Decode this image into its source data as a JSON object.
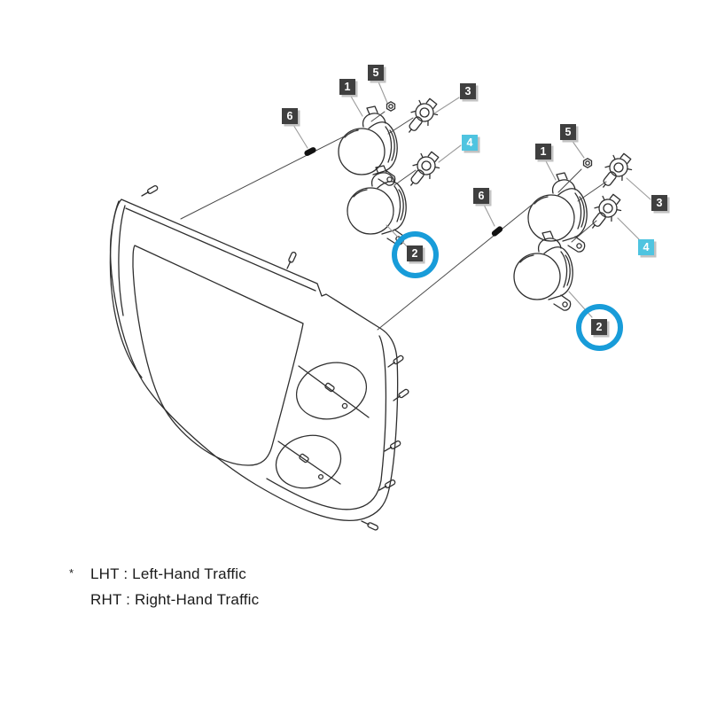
{
  "note": {
    "marker": "*",
    "line1": "LHT : Left-Hand Traffic",
    "line2": "RHT : Right-Hand Traffic"
  },
  "callouts": {
    "left": {
      "n1": {
        "label": "1"
      },
      "n2": {
        "label": "2",
        "circled": true
      },
      "n3": {
        "label": "3"
      },
      "n4": {
        "label": "4",
        "highlighted": true
      },
      "n5": {
        "label": "5"
      },
      "n6": {
        "label": "6"
      }
    },
    "right": {
      "n1": {
        "label": "1"
      },
      "n2": {
        "label": "2",
        "circled": true
      },
      "n3": {
        "label": "3"
      },
      "n4": {
        "label": "4",
        "highlighted": true
      },
      "n5": {
        "label": "5"
      },
      "n6": {
        "label": "6"
      }
    }
  },
  "colors": {
    "background": "#ffffff",
    "line_art": "#2f2f2f",
    "leader_line": "#9b9b9b",
    "callout_bg": "#3f3f3f",
    "callout_text": "#ffffff",
    "callout_shadow": "#c2c2c2",
    "highlight_callout_bg": "#4fc4e0",
    "highlight_ring": "#189cd9",
    "pin_fill": "#111111"
  }
}
